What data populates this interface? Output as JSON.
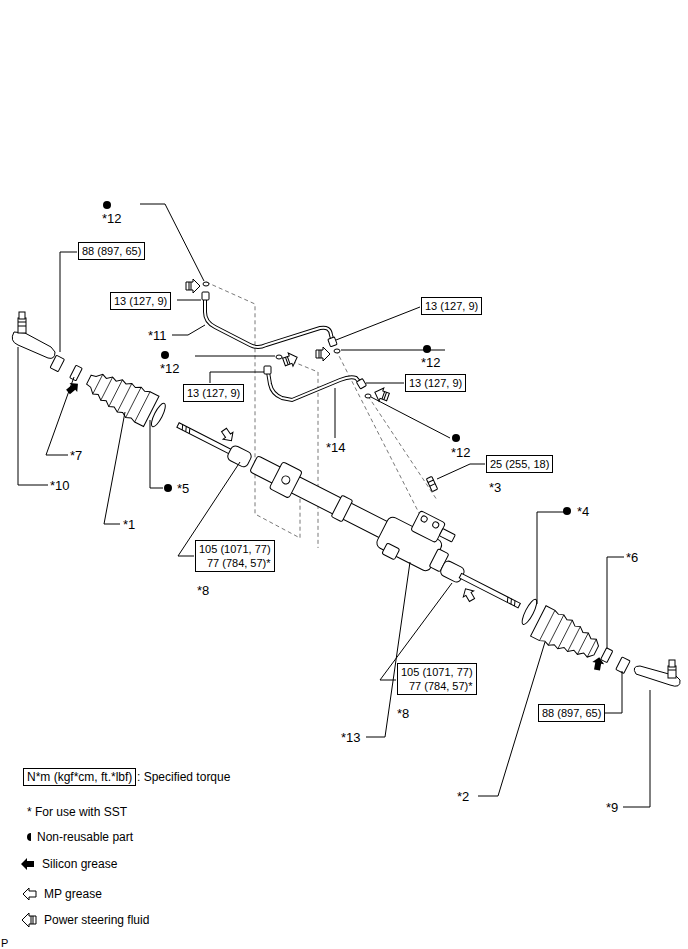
{
  "diagram": {
    "nodes": [
      {
        "text": [
          "88 (897, 65)"
        ]
      },
      {
        "text": [
          "13 (127, 9)"
        ]
      },
      {
        "text": [
          "13 (127, 9)"
        ]
      },
      {
        "text": [
          "13 (127, 9)"
        ]
      },
      {
        "text": [
          "13 (127, 9)"
        ]
      },
      {
        "text": [
          "25 (255, 18)"
        ]
      },
      {
        "text": [
          "105 (1071, 77)",
          "77 (784, 57)*"
        ]
      },
      {
        "text": [
          "105 (1071, 77)",
          "77 (784, 57)*"
        ]
      },
      {
        "text": [
          "88 (897, 65)"
        ]
      },
      {
        "text": [
          "N*m (kgf*cm, ft.*lbf)"
        ]
      }
    ],
    "labels": [
      "*12",
      "*11",
      "*12",
      "*12",
      "*12",
      "*14",
      "*7",
      "*10",
      "*3",
      "*5",
      "*4",
      "*1",
      "*6",
      "*8",
      "*8",
      "*13",
      "*2",
      "*9",
      ": Specified torque",
      "* For use with SST",
      "P"
    ],
    "legend": [
      {
        "text": "Non-reusable part"
      },
      {
        "text": "Silicon grease"
      },
      {
        "text": "MP grease"
      },
      {
        "text": "Power steering fluid"
      }
    ]
  }
}
